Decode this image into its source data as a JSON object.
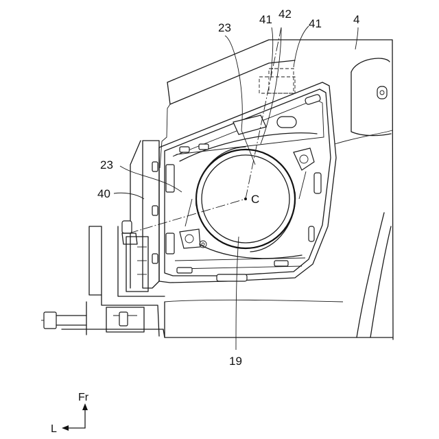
{
  "labels": {
    "ref_23_top": "23",
    "ref_41_left": "41",
    "ref_42": "42",
    "ref_41_right": "41",
    "ref_4": "4",
    "ref_23_left": "23",
    "ref_40": "40",
    "ref_c": "C",
    "ref_19": "19"
  },
  "orientation": {
    "forward": "Fr",
    "left": "L"
  }
}
